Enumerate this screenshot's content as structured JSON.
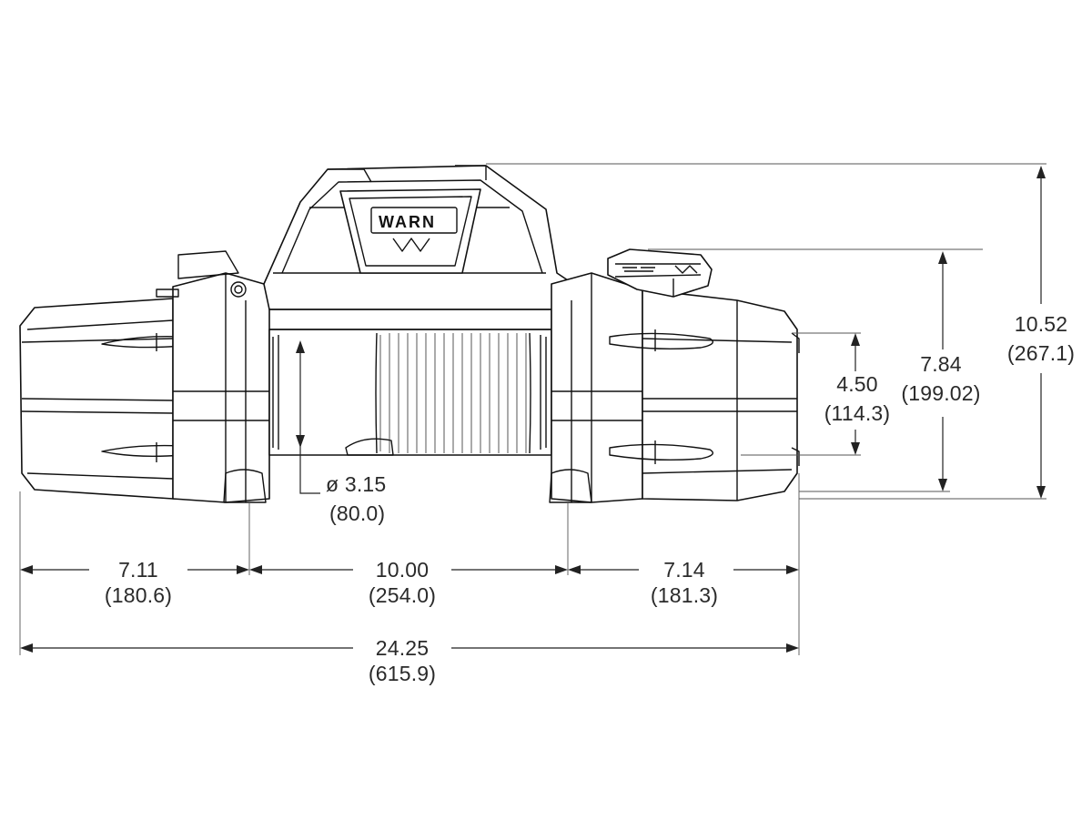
{
  "dimensions": {
    "left_length": {
      "in": "7.11",
      "mm": "(180.6)"
    },
    "center_length": {
      "in": "10.00",
      "mm": "(254.0)"
    },
    "right_length": {
      "in": "7.14",
      "mm": "(181.3)"
    },
    "overall_length": {
      "in": "24.25",
      "mm": "(615.9)"
    },
    "drum_diameter": {
      "in": "ø 3.15",
      "mm": "(80.0)"
    },
    "height_4_50": {
      "in": "4.50",
      "mm": "(114.3)"
    },
    "height_7_84": {
      "in": "7.84",
      "mm": "(199.02)"
    },
    "height_10_52": {
      "in": "10.52",
      "mm": "(267.1)"
    }
  },
  "logo": {
    "text": "WARN"
  },
  "colors": {
    "line": "#222222",
    "background": "#ffffff"
  }
}
